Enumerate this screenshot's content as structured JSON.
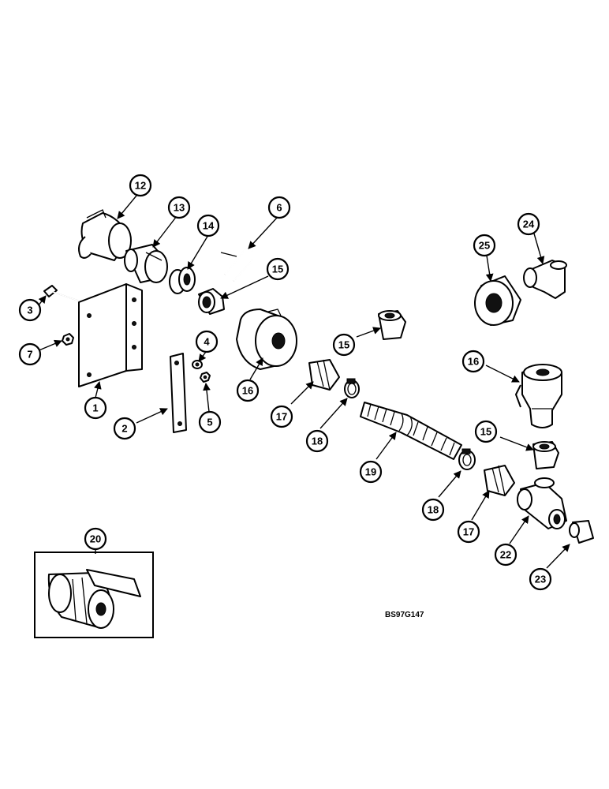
{
  "drawing_code": "BS97G147",
  "callouts": {
    "c1": "1",
    "c2": "2",
    "c3": "3",
    "c4": "4",
    "c5": "5",
    "c6": "6",
    "c7": "7",
    "c12": "12",
    "c13": "13",
    "c14": "14",
    "c15a": "15",
    "c16a": "16",
    "c17a": "17",
    "c18a": "18",
    "c19": "19",
    "c18b": "18",
    "c17b": "17",
    "c22": "22",
    "c23": "23",
    "c15c": "15",
    "c16b": "16",
    "c15b": "15",
    "c24": "24",
    "c25": "25",
    "c20": "20"
  }
}
